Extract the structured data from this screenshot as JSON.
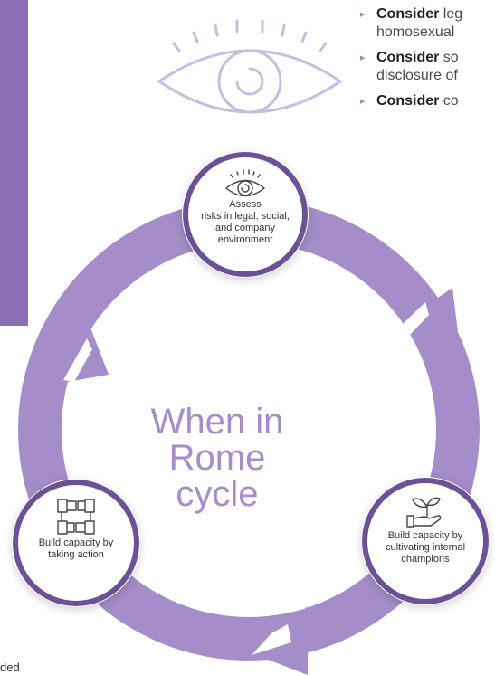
{
  "colors": {
    "sidebar": "#8c6fb4",
    "ring": "#a48dc8",
    "node_border": "#6b5296",
    "title": "#a48dc8"
  },
  "bullets": [
    {
      "lead": "Consider",
      "rest": "leg",
      "rest2": "homosexual"
    },
    {
      "lead": "Consider",
      "rest": "so",
      "rest2": "disclosure of"
    },
    {
      "lead": "Consider",
      "rest": "co",
      "rest2": ""
    }
  ],
  "diagram": {
    "title_line1": "When in Rome",
    "title_line2": "cycle",
    "nodes": {
      "assess": {
        "icon": "eye-icon",
        "label_line1": "Assess",
        "label_rest": "risks in legal, social, and company environment"
      },
      "champions": {
        "icon": "seedling-hand-icon",
        "label": "Build capacity by cultivating internal champions"
      },
      "action": {
        "icon": "hands-together-icon",
        "label": "Build capacity by taking action"
      }
    }
  },
  "footer_fragment": "ded"
}
